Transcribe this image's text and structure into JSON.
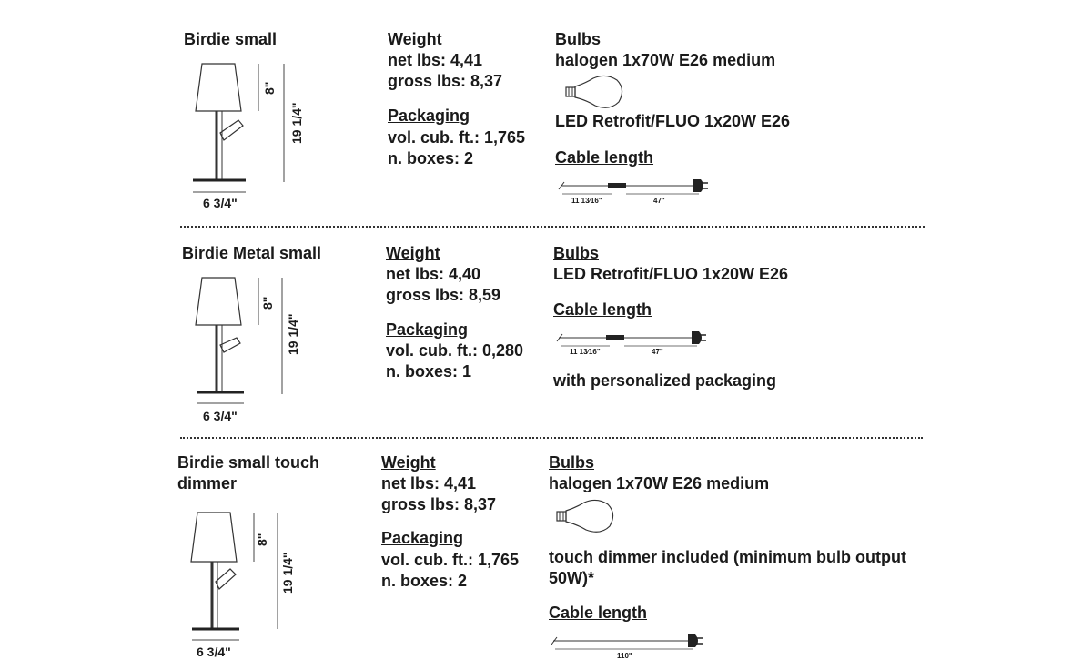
{
  "sections": [
    {
      "name": "Birdie small",
      "weight": {
        "heading": "Weight",
        "net": "net lbs: 4,41",
        "gross": "gross lbs: 8,37"
      },
      "packaging": {
        "heading": "Packaging",
        "volume": "vol. cub. ft.: 1,765",
        "boxes": "n. boxes: 2"
      },
      "bulbs": {
        "heading": "Bulbs",
        "line1": "halogen 1x70W E26 medium",
        "line2": "LED Retrofit/FLUO 1x20W E26"
      },
      "cable": {
        "heading": "Cable length",
        "left": "11 13⁄16\"",
        "right": "47\""
      },
      "dims": {
        "shade": "8\"",
        "total": "19 1/4\"",
        "base": "6 3/4\""
      }
    },
    {
      "name": "Birdie Metal small",
      "weight": {
        "heading": "Weight",
        "net": "net lbs: 4,40",
        "gross": "gross lbs: 8,59"
      },
      "packaging": {
        "heading": "Packaging",
        "volume": "vol. cub. ft.: 0,280",
        "boxes": "n. boxes: 1"
      },
      "bulbs": {
        "heading": "Bulbs",
        "line1": "LED Retrofit/FLUO 1x20W E26"
      },
      "cable": {
        "heading": "Cable length",
        "left": "11 13⁄16\"",
        "right": "47\""
      },
      "note": "with personalized packaging",
      "dims": {
        "shade": "8\"",
        "total": "19 1/4\"",
        "base": "6 3/4\""
      }
    },
    {
      "name_line1": "Birdie small touch",
      "name_line2": "dimmer",
      "weight": {
        "heading": "Weight",
        "net": "net lbs: 4,41",
        "gross": "gross lbs: 8,37"
      },
      "packaging": {
        "heading": "Packaging",
        "volume": "vol. cub. ft.: 1,765",
        "boxes": "n. boxes: 2"
      },
      "bulbs": {
        "heading": "Bulbs",
        "line1": "halogen 1x70W E26 medium"
      },
      "note_line1": "touch dimmer included (minimum bulb output",
      "note_line2": "50W)*",
      "cable": {
        "heading": "Cable length",
        "length": "110\""
      },
      "dims": {
        "shade": "8\"",
        "total": "19 1/4\"",
        "base": "6 3/4\""
      }
    }
  ]
}
